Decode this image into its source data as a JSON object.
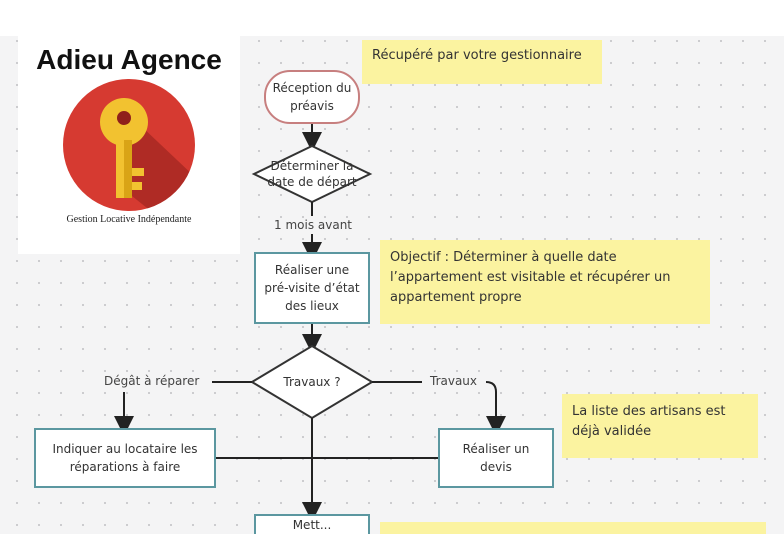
{
  "logo": {
    "title": "Adieu Agence",
    "subtitle": "Gestion Locative Indépendante",
    "icon": "key-icon",
    "colors": {
      "circle": "#d63a31",
      "shadow": "#8f1f1b",
      "key": "#f2c230"
    }
  },
  "notes": {
    "gestionnaire": "Récupéré par votre gestionnaire",
    "objectif": "Objectif : Déterminer à quelle date l’appartement est visitable et récupérer un appartement propre",
    "artisans": "La liste des artisans est déjà validée"
  },
  "nodes": {
    "reception": "Réception du préavis",
    "determiner": "Déterminer la date de départ",
    "previsite": "Réaliser une pré-visite d’état des lieux",
    "travaux": "Travaux ?",
    "indiquer": "Indiquer au locataire les réparations à faire",
    "devis": "Réaliser un devis",
    "mettre": "Mett..."
  },
  "edge_labels": {
    "un_mois": "1 mois avant",
    "degat": "Dégât à réparer",
    "travaux": "Travaux"
  },
  "colors": {
    "box_border": "#5b97a0",
    "terminal_border": "#c77f7f",
    "note_bg": "#fbf3a0",
    "line": "#222222"
  }
}
